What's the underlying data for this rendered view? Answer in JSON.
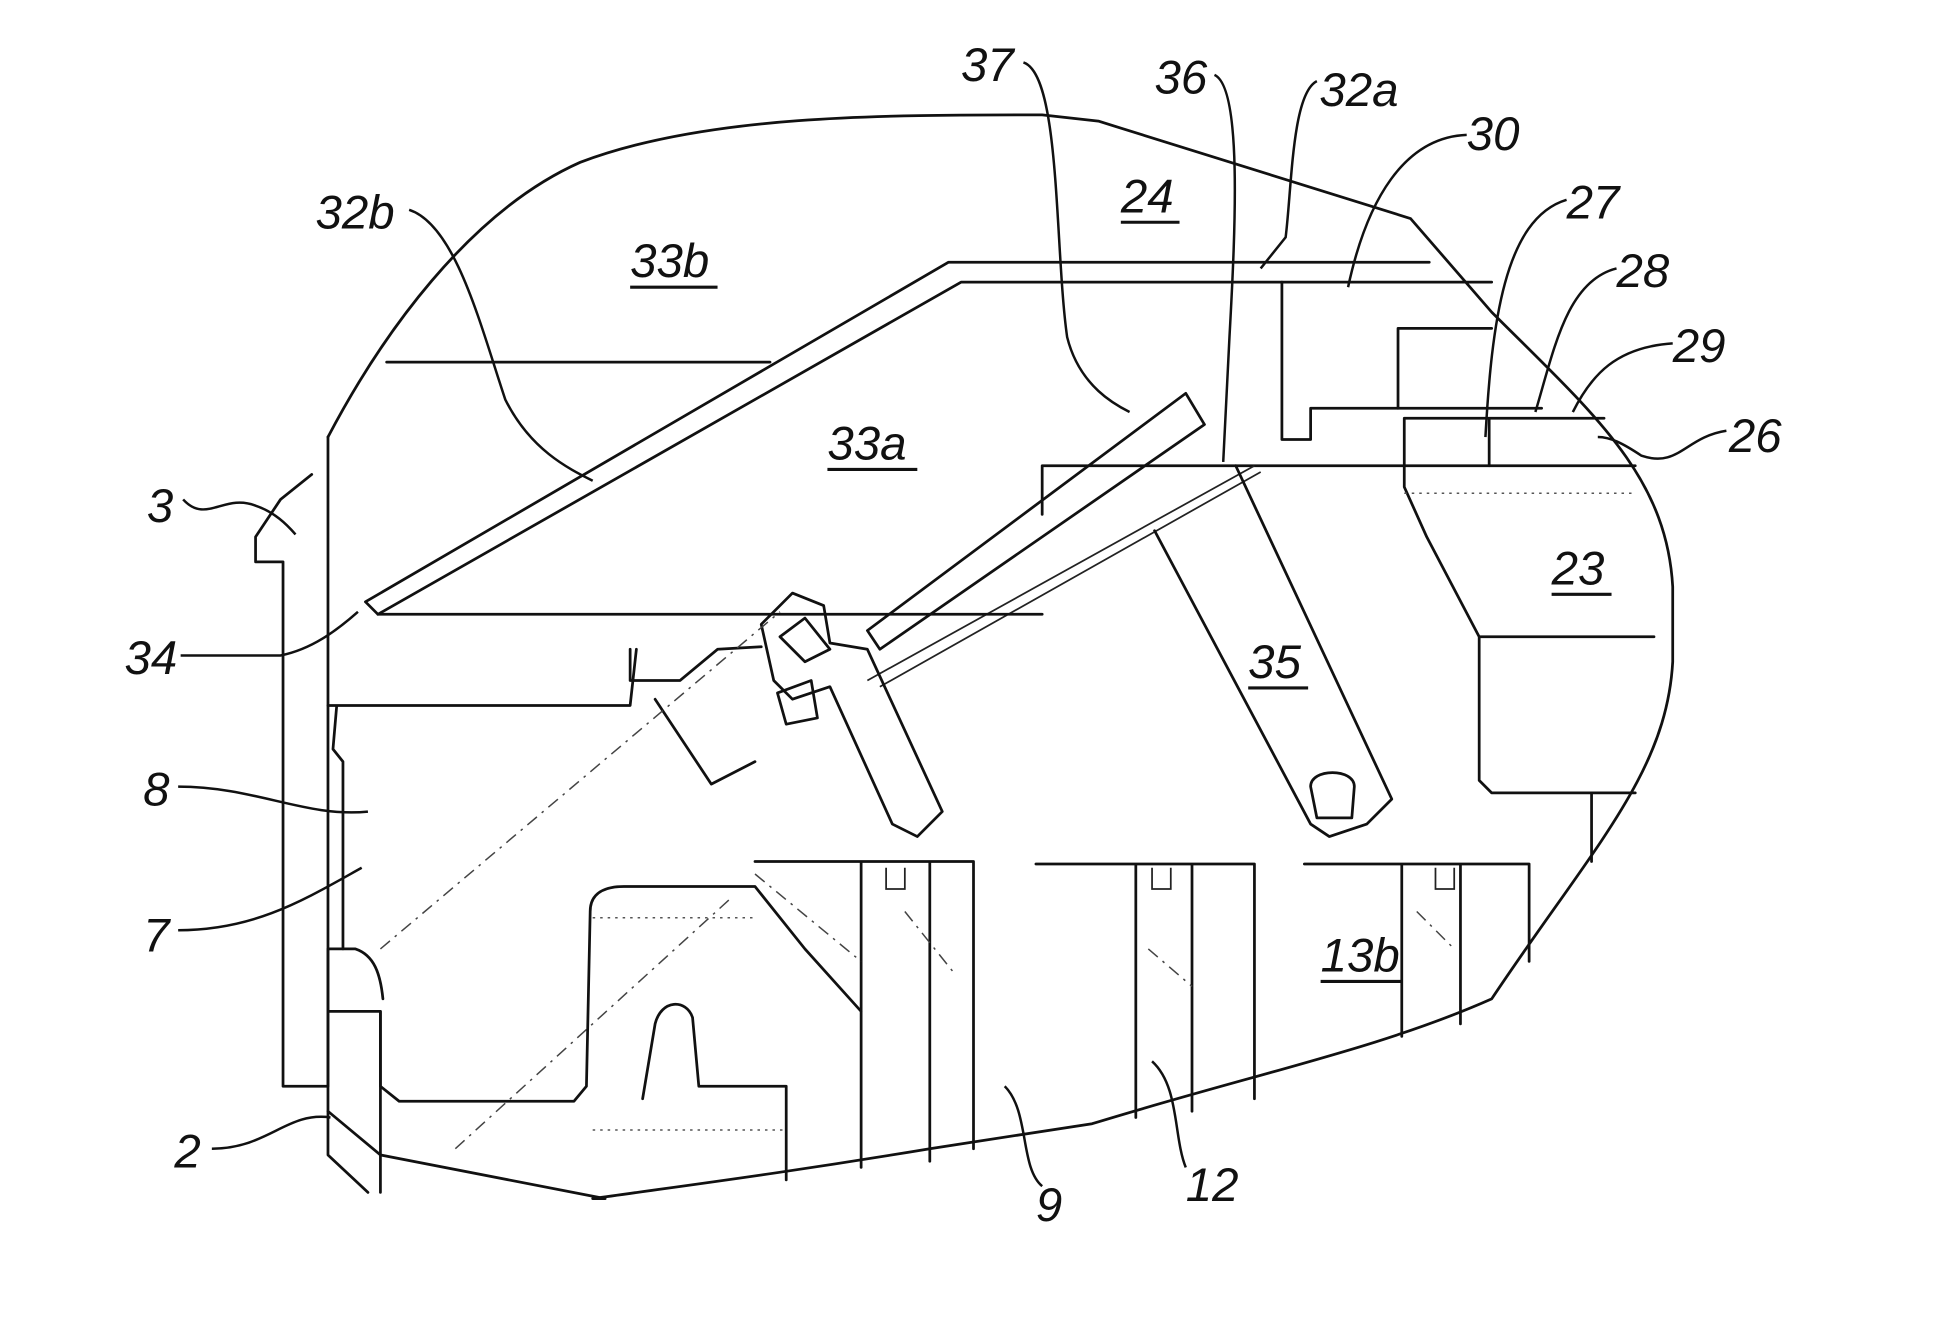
{
  "figure": {
    "description": "Patent drawing, cut-away sectional view of a mechanical assembly with reference numerals",
    "labels": {
      "l2": "2",
      "l3": "3",
      "l7": "7",
      "l8": "8",
      "l9": "9",
      "l12": "12",
      "l13b": "13b",
      "l23": "23",
      "l24": "24",
      "l26": "26",
      "l27": "27",
      "l28": "28",
      "l29": "29",
      "l30": "30",
      "l32a": "32a",
      "l32b": "32b",
      "l33a": "33a",
      "l33b": "33b",
      "l34": "34",
      "l35": "35",
      "l36": "36",
      "l37": "37"
    }
  }
}
